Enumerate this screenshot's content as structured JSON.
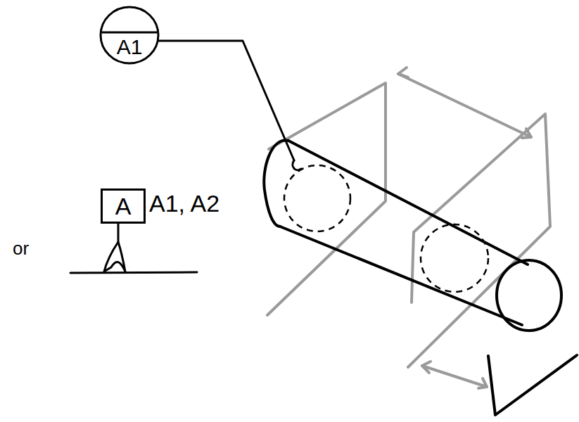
{
  "diagram": {
    "nodes": [
      {
        "text": [
          "A1"
        ]
      },
      {
        "text": [
          "A"
        ]
      }
    ],
    "labels": [
      "A1, A2",
      "or"
    ]
  }
}
